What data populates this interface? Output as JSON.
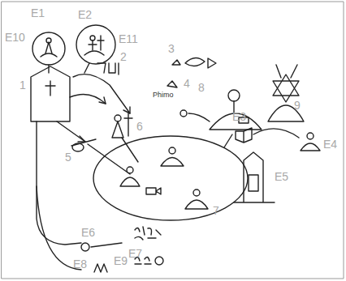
{
  "diagram": {
    "labels": [
      "E1",
      "E2",
      "E10",
      "E11",
      "1",
      "2",
      "3",
      "4",
      "Phimo",
      "5",
      "6",
      "7",
      "8",
      "9",
      "E3",
      "E4",
      "E5",
      "E6",
      "E7",
      "E8",
      "E9"
    ]
  }
}
